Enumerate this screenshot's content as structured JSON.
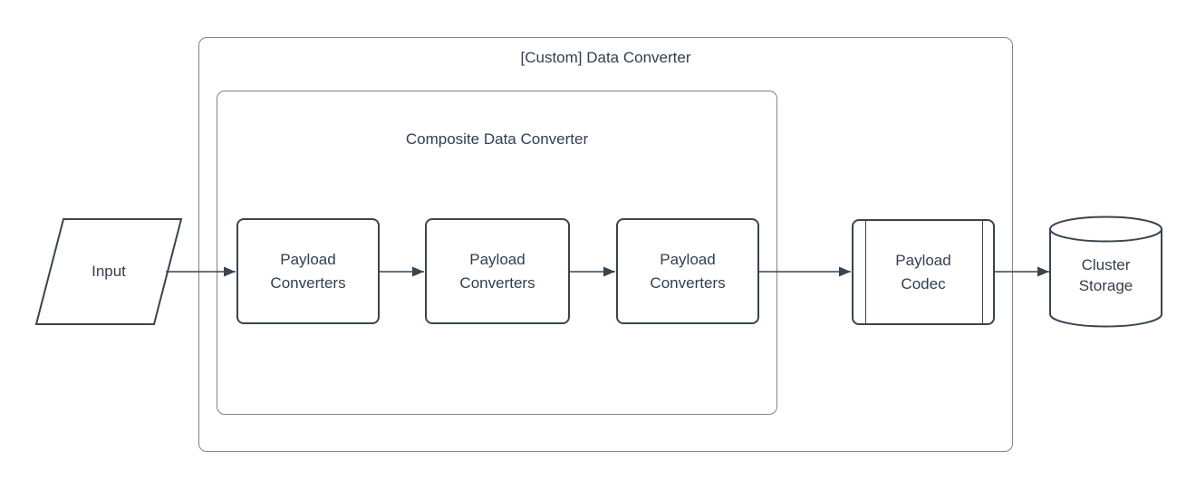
{
  "diagram": {
    "containers": {
      "outer": {
        "label": "[Custom] Data Converter"
      },
      "inner": {
        "label": "Composite Data Converter"
      }
    },
    "nodes": {
      "input": {
        "label": "Input",
        "shape": "parallelogram"
      },
      "payload_converters": [
        {
          "label": "Payload\nConverters"
        },
        {
          "label": "Payload\nConverters"
        },
        {
          "label": "Payload\nConverters"
        }
      ],
      "payload_codec": {
        "label": "Payload\nCodec",
        "shape": "subroutine"
      },
      "cluster_storage": {
        "label": "Cluster\nStorage",
        "shape": "cylinder"
      }
    },
    "edges": [
      {
        "from": "Input",
        "to": "Payload Converters 1"
      },
      {
        "from": "Payload Converters 1",
        "to": "Payload Converters 2"
      },
      {
        "from": "Payload Converters 2",
        "to": "Payload Converters 3"
      },
      {
        "from": "Payload Converters 3",
        "to": "Payload Codec"
      },
      {
        "from": "Payload Codec",
        "to": "Cluster Storage"
      }
    ],
    "colors": {
      "background": "#ffffff",
      "shape_stroke": "#3a4450",
      "container_stroke": "#7d848e",
      "text": "#333e4d"
    }
  }
}
